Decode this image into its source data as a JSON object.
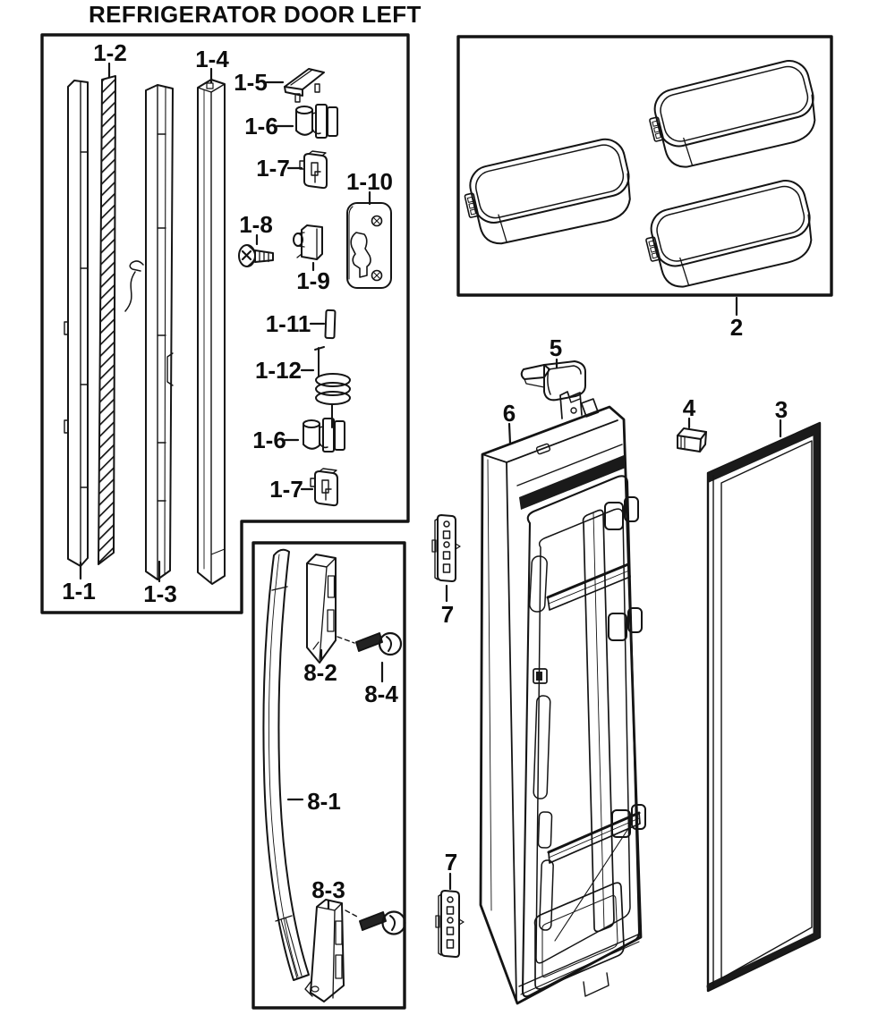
{
  "title": "REFRIGERATOR DOOR LEFT",
  "colors": {
    "line": "#141414",
    "background": "#ffffff",
    "dark_fill": "#1a1a1a"
  },
  "callouts": {
    "c1_1": "1-1",
    "c1_2": "1-2",
    "c1_3": "1-3",
    "c1_4": "1-4",
    "c1_5": "1-5",
    "c1_6_top": "1-6",
    "c1_6_bottom": "1-6",
    "c1_7_top": "1-7",
    "c1_7_bottom": "1-7",
    "c1_8": "1-8",
    "c1_9": "1-9",
    "c1_10": "1-10",
    "c1_11": "1-11",
    "c1_12": "1-12",
    "c2": "2",
    "c3": "3",
    "c4": "4",
    "c5": "5",
    "c6": "6",
    "c7_top": "7",
    "c7_bottom": "7",
    "c8_1": "8-1",
    "c8_2": "8-2",
    "c8_3": "8-3",
    "c8_4": "8-4"
  }
}
